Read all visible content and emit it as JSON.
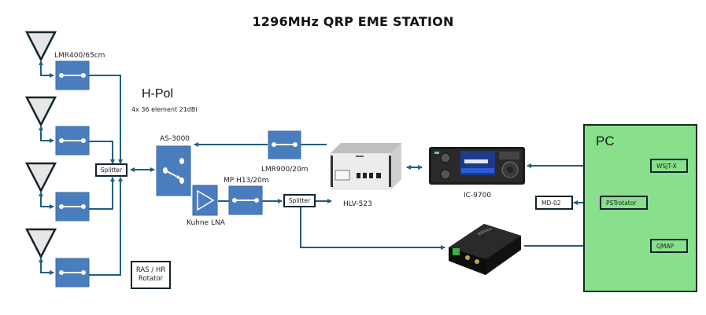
{
  "title": "1296MHz QRP EME STATION",
  "antenna_array": {
    "label": "H-Pol",
    "subtitle": "4x 36 element 21dBi",
    "feed_cable": "LMR400/65cm",
    "antenna_count": 4
  },
  "components": {
    "splitter_rx": "Splitter",
    "splitter_tx": "Splitter",
    "rotator": "RAS / HR\nRotator",
    "rotator_line1": "RAS / HR",
    "rotator_line2": "Rotator",
    "sequencer": "AS-3000",
    "lna": "Kuhne LNA",
    "lna_cable": "MP H13/20m",
    "tx_cable": "LMR900/20m",
    "amplifier": "HLV-523",
    "transceiver": "IC-9700",
    "rotator_controller": "MD-02"
  },
  "pc": {
    "label": "PC",
    "apps": [
      "WSJT-X",
      "PSTrotator",
      "QMAP"
    ]
  },
  "colors": {
    "block_fill": "#4a7dbd",
    "line": "#1f5f7f",
    "pc_fill": "#88e08c",
    "antenna_fill": "#e6e6e6"
  }
}
